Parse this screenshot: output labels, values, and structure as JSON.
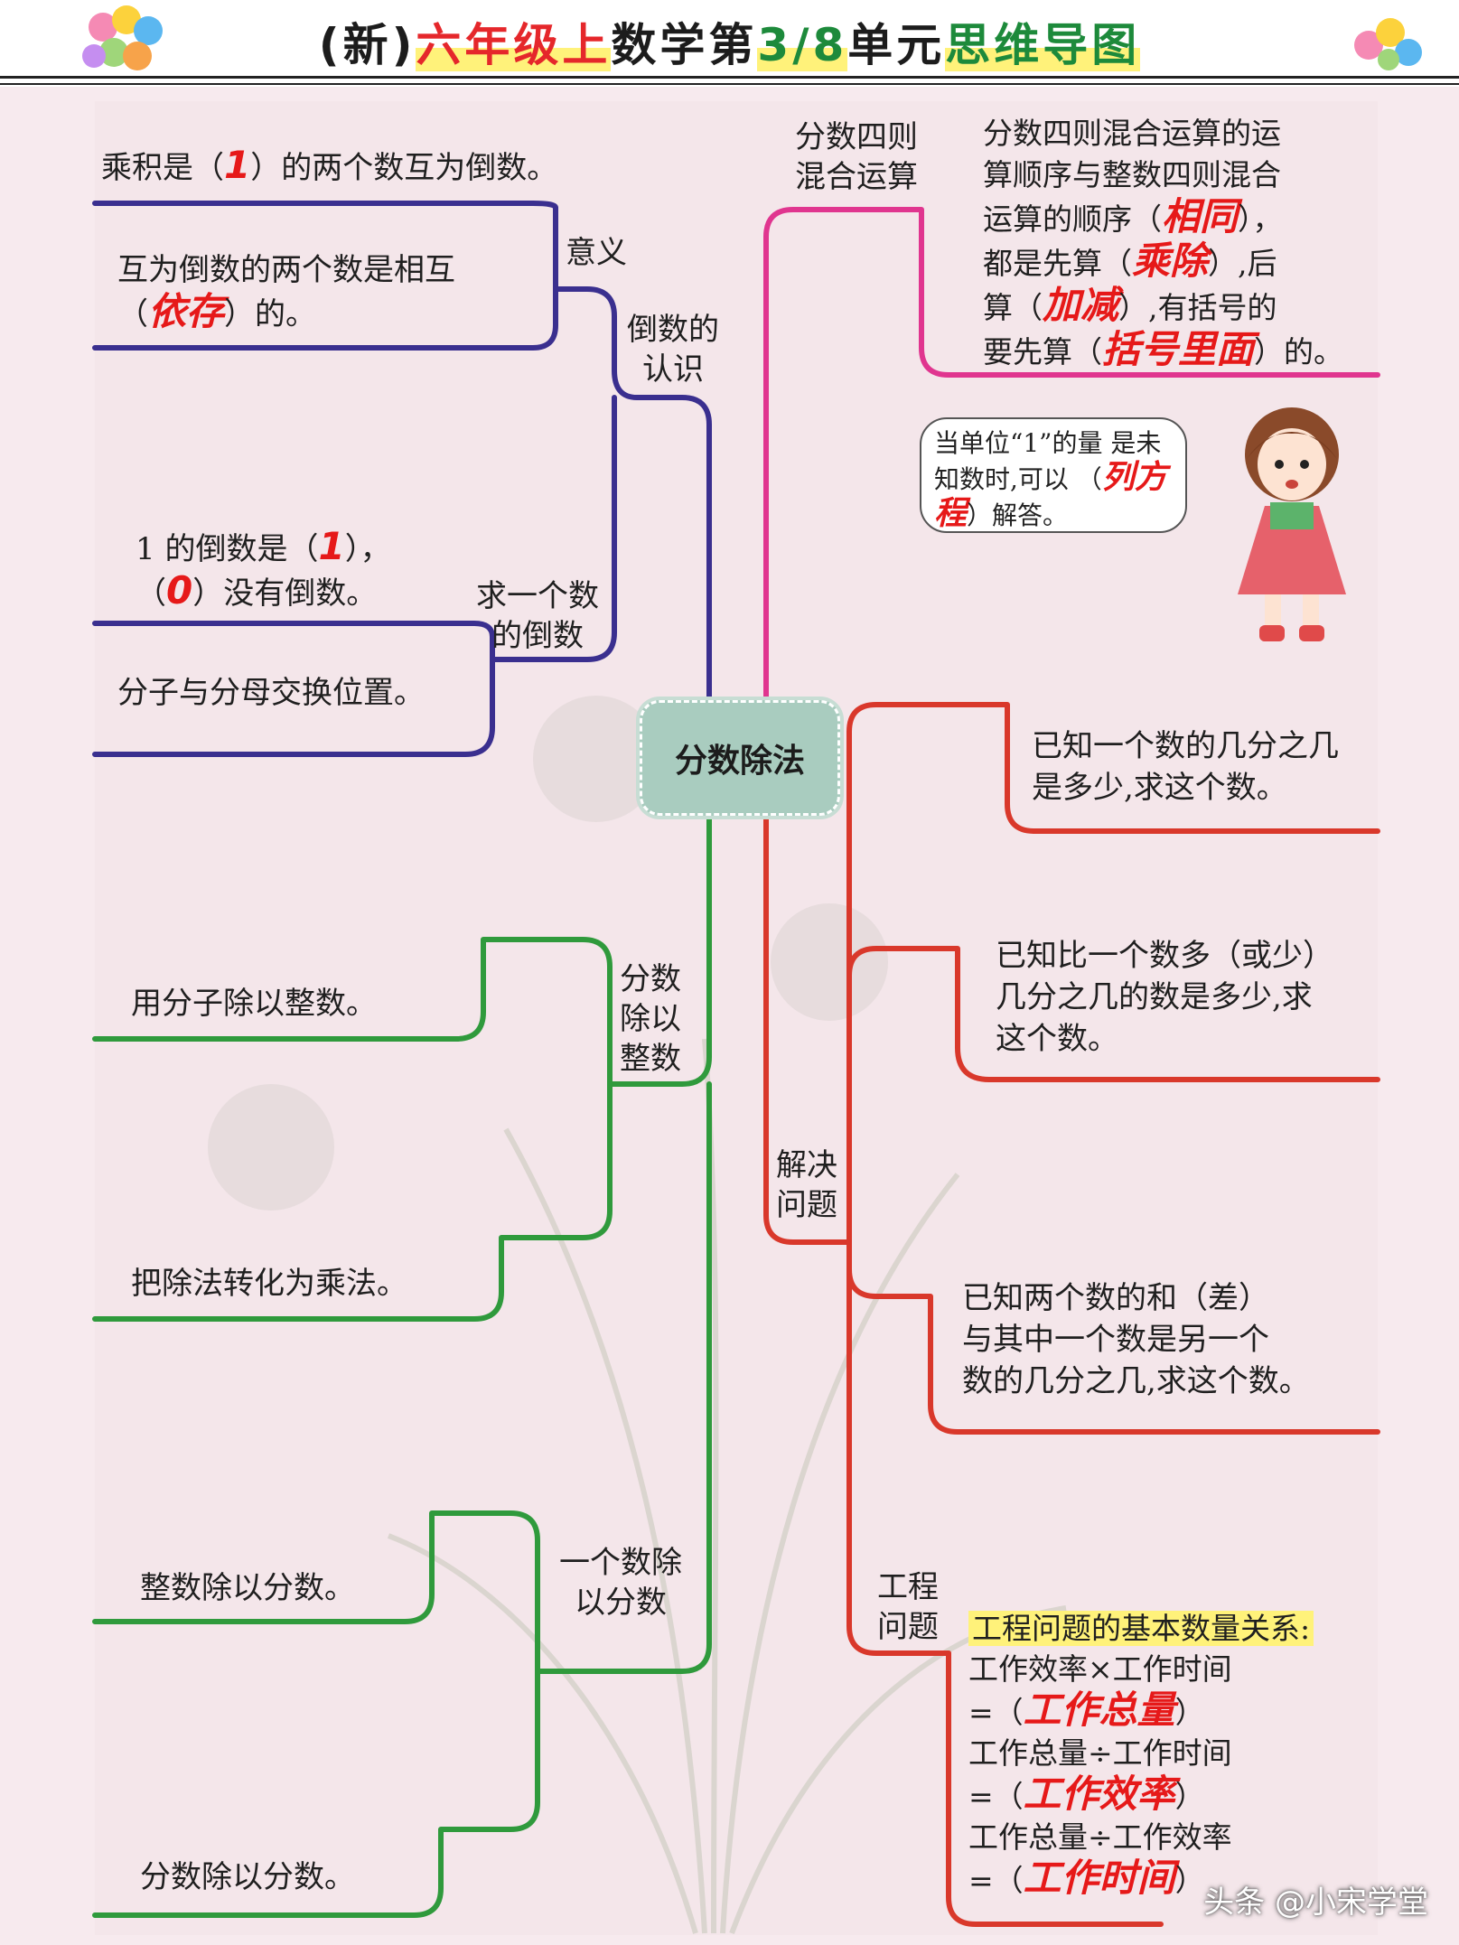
{
  "header": {
    "title_parts": [
      "(新)",
      "六年级上",
      "数学第",
      "3/8",
      "单元",
      "思维导图"
    ]
  },
  "center": {
    "label": "分数除法"
  },
  "reciprocal": {
    "branch": "倒数的\n认识",
    "meaning_label": "意义",
    "meaning_line1_a": "乘积是（",
    "meaning_line1_ans": "1",
    "meaning_line1_b": "）的两个数互为倒数。",
    "meaning_line2_a": "互为倒数的两个数是相互\n（",
    "meaning_line2_ans": "依存",
    "meaning_line2_b": "）的。",
    "find_label": "求一个数\n的倒数",
    "find_line1_a": "1 的倒数是（",
    "find_line1_ans": "1",
    "find_line1_b": "），\n（",
    "find_line1_ans2": "0",
    "find_line1_c": "）没有倒数。",
    "find_line2": "分子与分母交换位置。"
  },
  "mixed": {
    "branch": "分数四则\n混合运算",
    "t1": "分数四则混合运算的运\n算顺序与整数四则混合\n运算的顺序（",
    "a1": "相同",
    "t2": "），\n都是先算（",
    "a2": "乘除",
    "t3": "）,后\n算（",
    "a3": "加减",
    "t4": "）,有括号的\n要先算（",
    "a4": "括号里面",
    "t5": "）的。"
  },
  "bubble": {
    "t1": "当单位“1”的量\n是未知数时,可以\n（",
    "ans": "列方程",
    "t2": "）解答。"
  },
  "div_int": {
    "branch": "分数\n除以\n整数",
    "item1": "用分子除以整数。",
    "item2": "把除法转化为乘法。"
  },
  "div_frac": {
    "branch": "一个数除\n以分数",
    "item1": "整数除以分数。",
    "item2": "分数除以分数。"
  },
  "solve": {
    "branch": "解决\n问题",
    "item1": "已知一个数的几分之几\n是多少,求这个数。",
    "item2": "已知比一个数多（或少）\n几分之几的数是多少,求\n这个数。",
    "item3": "已知两个数的和（差）\n与其中一个数是另一个\n数的几分之几,求这个数。"
  },
  "project": {
    "branch": "工程\n问题",
    "heading": "工程问题的基本数量关系:",
    "l1": "工作效率×工作时间",
    "l2_pre": "=（",
    "a1": "工作总量",
    "l2_post": "）",
    "l3": "工作总量÷工作时间",
    "a2": "工作效率",
    "l5": "工作总量÷工作效率",
    "a3": "工作时间"
  },
  "watermark": "头条 @小宋学堂",
  "colors": {
    "purple": "#3a2f8f",
    "magenta": "#e0358f",
    "green": "#2f9a3c",
    "red": "#d9382b",
    "answer": "#e61919"
  }
}
